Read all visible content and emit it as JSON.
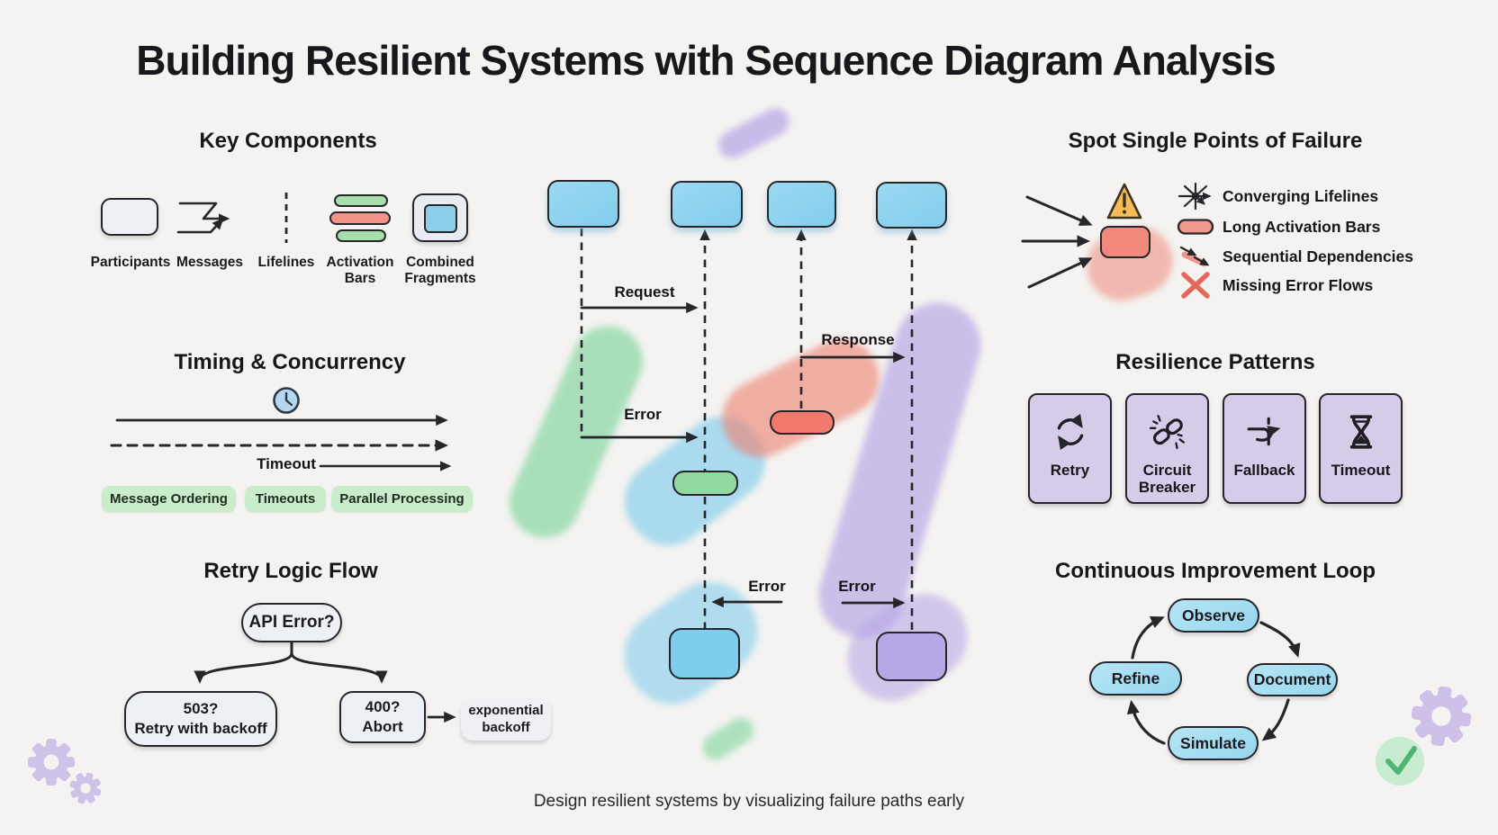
{
  "title": "Building Resilient Systems with Sequence Diagram Analysis",
  "footer": "Design resilient systems by visualizing failure paths early",
  "key_components": {
    "title": "Key Components",
    "labels": [
      "Participants",
      "Messages",
      "Lifelines",
      "Activation Bars",
      "Combined Fragments"
    ]
  },
  "timing": {
    "title": "Timing & Concurrency",
    "timeout_label": "Timeout",
    "tags": [
      "Message Ordering",
      "Timeouts",
      "Parallel Processing"
    ]
  },
  "retry_flow": {
    "title": "Retry Logic Flow",
    "root": "API Error?",
    "branch_left": {
      "line1": "503?",
      "line2": "Retry with backoff"
    },
    "branch_right": {
      "line1": "400?",
      "line2": "Abort"
    },
    "note": {
      "line1": "exponential",
      "line2": "backoff"
    }
  },
  "sequence": {
    "request_label": "Request",
    "response_label": "Response",
    "error_label_1": "Error",
    "error_label_2": "Error",
    "error_label_3": "Error"
  },
  "spof": {
    "title": "Spot Single Points of Failure",
    "legend": [
      {
        "icon": "converging-lifelines-icon",
        "label": "Converging Lifelines"
      },
      {
        "icon": "long-activation-bar-icon",
        "label": "Long Activation Bars"
      },
      {
        "icon": "sequential-dependencies-icon",
        "label": "Sequential Dependencies"
      },
      {
        "icon": "missing-error-flows-icon",
        "label": "Missing Error Flows"
      }
    ]
  },
  "patterns": {
    "title": "Resilience Patterns",
    "cards": [
      {
        "icon": "retry-icon",
        "label": "Retry"
      },
      {
        "icon": "circuit-breaker-icon",
        "label": "Circuit Breaker"
      },
      {
        "icon": "fallback-icon",
        "label": "Fallback"
      },
      {
        "icon": "timeout-icon",
        "label": "Timeout"
      }
    ]
  },
  "loop": {
    "title": "Continuous Improvement Loop",
    "steps": [
      "Observe",
      "Document",
      "Simulate",
      "Refine"
    ]
  },
  "colors": {
    "background": "#f4f3f1",
    "ink": "#26262b",
    "participant_blue": "#8dd2ee",
    "activation_green": "#8fd8a0",
    "activation_red": "#f07a6b",
    "pattern_purple": "#d7cbea",
    "loop_blue": "#a5def2",
    "tag_green": "#c9ecca",
    "warning_orange": "#f4bb57",
    "brush_purple": "#b6a3e6",
    "brush_green": "#8fd9a8",
    "brush_blue": "#6ec6ec",
    "brush_red": "#ee7f6d"
  }
}
